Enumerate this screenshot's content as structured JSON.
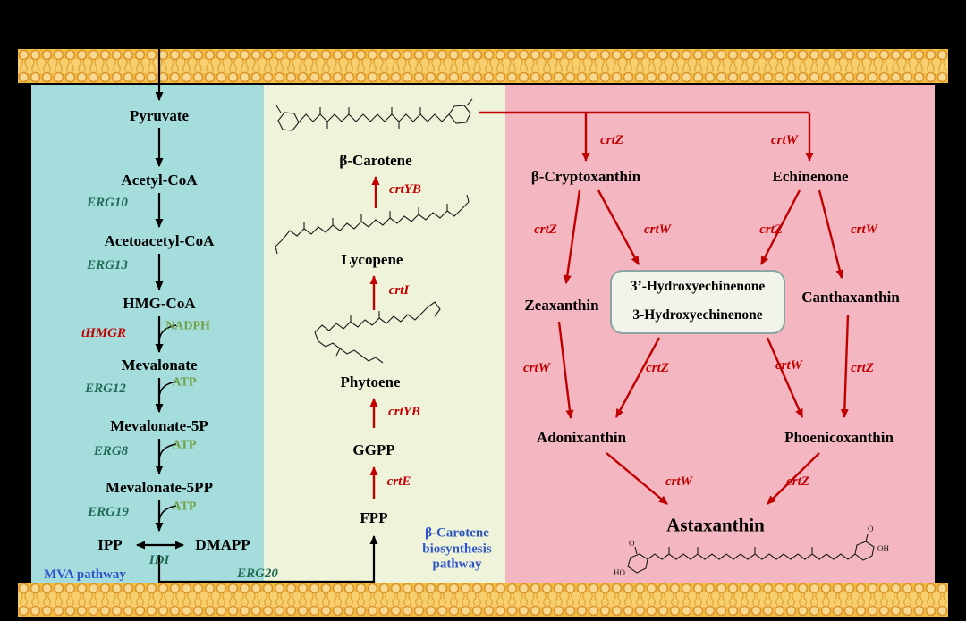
{
  "colors": {
    "background": "#000000",
    "mva_panel": "#a5dcdc",
    "carotene_panel": "#eef3da",
    "xanthophyll_panel": "#f4b7c1",
    "membrane_gold": "#f3bc45",
    "arrow_red": "#c00000",
    "enzyme_green": "#1f6b55",
    "cofactor_green": "#6fa043",
    "pathway_blue": "#2d55c8"
  },
  "mva": {
    "pathway_label": "MVA pathway",
    "nodes": {
      "pyruvate": "Pyruvate",
      "acetyl_coa": "Acetyl-CoA",
      "acetoacetyl_coa": "Acetoacetyl-CoA",
      "hmg_coa": "HMG-CoA",
      "mevalonate": "Mevalonate",
      "mevalonate_5p": "Mevalonate-5P",
      "mevalonate_5pp": "Mevalonate-5PP",
      "ipp": "IPP",
      "dmapp": "DMAPP"
    },
    "enzymes": {
      "erg10": "ERG10",
      "erg13": "ERG13",
      "thmgr": "tHMGR",
      "erg12": "ERG12",
      "erg8": "ERG8",
      "erg19": "ERG19",
      "idi": "IDI",
      "erg20": "ERG20"
    },
    "cofactors": {
      "nadph": "NADPH",
      "atp": "ATP"
    }
  },
  "carotene": {
    "pathway_label": "β-Carotene biosynthesis pathway",
    "nodes": {
      "beta_carotene": "β-Carotene",
      "lycopene": "Lycopene",
      "phytoene": "Phytoene",
      "ggpp": "GGPP",
      "fpp": "FPP"
    },
    "genes": {
      "crtYB": "crtYB",
      "crtI": "crtI",
      "crtE": "crtE"
    }
  },
  "xantho": {
    "nodes": {
      "beta_cryptoxanthin": "β-Cryptoxanthin",
      "echinenone": "Echinenone",
      "zeaxanthin": "Zeaxanthin",
      "hydroxyechinenone_3prime": "3’-Hydroxyechinenone",
      "hydroxyechinenone_3": "3-Hydroxyechinenone",
      "canthaxanthin": "Canthaxanthin",
      "adonixanthin": "Adonixanthin",
      "phoenicoxanthin": "Phoenicoxanthin",
      "astaxanthin": "Astaxanthin"
    },
    "genes": {
      "crtZ": "crtZ",
      "crtW": "crtW"
    }
  },
  "structure_labels": {
    "ho": "HO",
    "oh": "OH",
    "o": "O"
  }
}
